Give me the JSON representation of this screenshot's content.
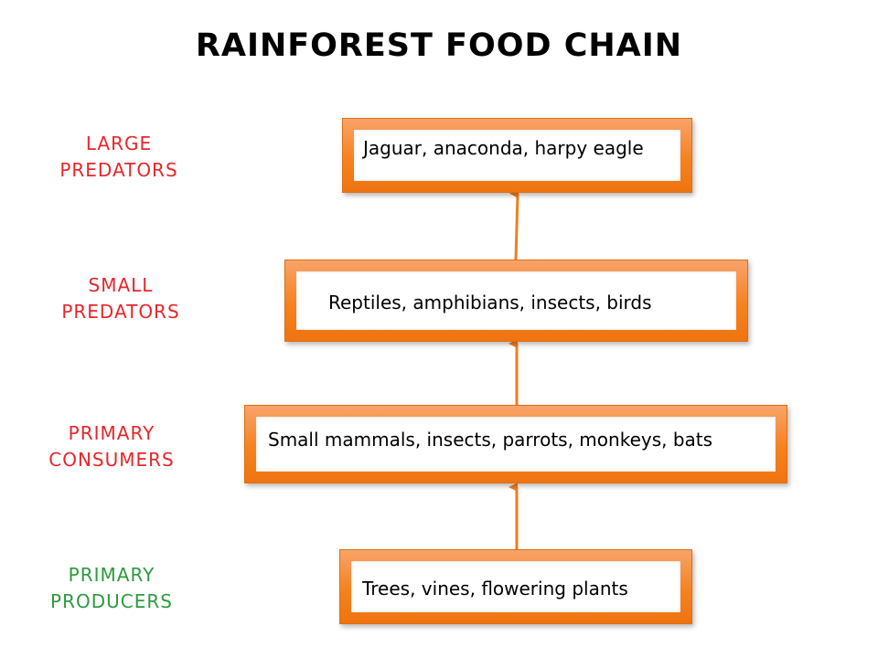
{
  "title": "RAINFOREST FOOD CHAIN",
  "colors": {
    "box_orange": "#f58220",
    "arrow": "#f07f21",
    "label_red": "#e8262b",
    "label_green": "#2d9a3e"
  },
  "levels": [
    {
      "label": "LARGE\nPREDATORS",
      "color": "#e8262b",
      "organisms": "Jaguar, anaconda, harpy eagle"
    },
    {
      "label": "SMALL\nPREDATORS",
      "color": "#e8262b",
      "organisms": "Reptiles, amphibians, insects, birds"
    },
    {
      "label": "PRIMARY\nCONSUMERS",
      "color": "#e8262b",
      "organisms": "Small mammals, insects, parrots, monkeys, bats"
    },
    {
      "label": "PRIMARY\nPRODUCERS",
      "color": "#2d9a3e",
      "organisms": "Trees, vines, flowering plants"
    }
  ]
}
